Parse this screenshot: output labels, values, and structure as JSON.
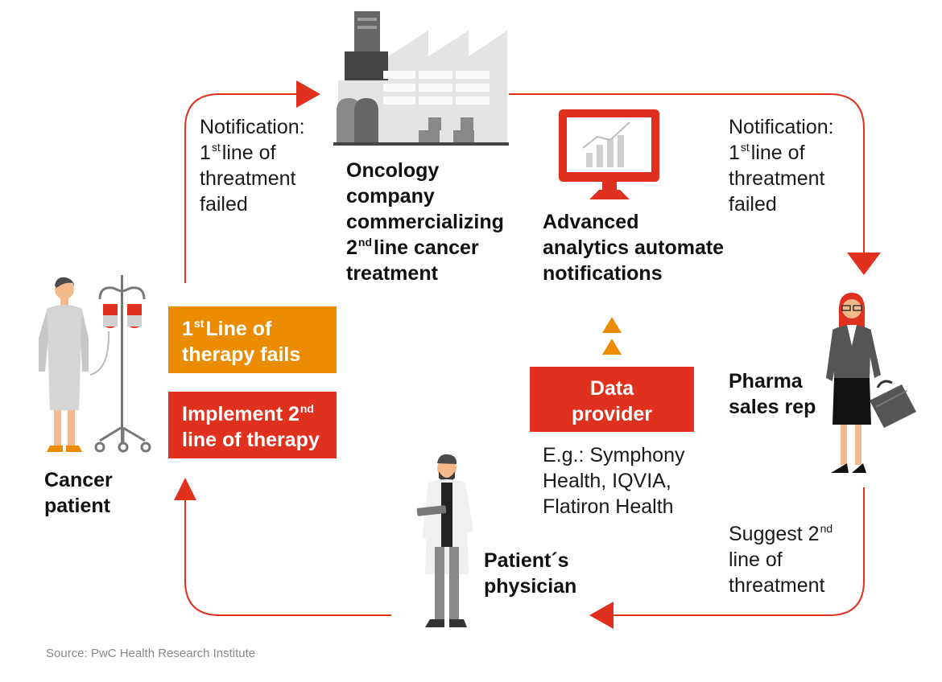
{
  "colors": {
    "red": "#e0301e",
    "orange": "#eb8c00",
    "gray": "#7d7d7d",
    "text": "#111111"
  },
  "icons": [
    "factory-icon",
    "monitor-chart-icon",
    "patient-icon",
    "iv-drip-icon",
    "sales-rep-icon",
    "briefcase-icon",
    "physician-icon"
  ],
  "nodes": {
    "oncology": {
      "line1": "Oncology",
      "line2": "company",
      "line3": "commercializing",
      "line4_sup": "nd",
      "line4_a": "2",
      "line4_b": "line cancer",
      "line5": "treatment"
    },
    "analytics": {
      "line1": "Advanced",
      "line2": "analytics automate",
      "line3": "notifications"
    },
    "patient": {
      "line1": "Cancer",
      "line2": "patient"
    },
    "sales_rep": {
      "line1": "Pharma",
      "line2": "sales rep"
    },
    "physician": {
      "line1": "Patient´s",
      "line2": "physician"
    },
    "data_provider": {
      "line1": "Data",
      "line2": "provider",
      "examples_1": "E.g.: Symphony",
      "examples_2": "Health, IQVIA,",
      "examples_3": "Flatiron Health"
    }
  },
  "boxes": {
    "therapy_fails": {
      "a": "1",
      "sup": "st",
      "b": "Line of",
      "line2": "therapy fails"
    },
    "implement": {
      "a": "Implement 2",
      "sup": "nd",
      "line2": "line of therapy"
    }
  },
  "edges": {
    "left_notification": {
      "line1": "Notification:",
      "a": "1",
      "sup": "st",
      "b": "line of",
      "line3": "threatment",
      "line4": "failed"
    },
    "right_notification": {
      "line1": "Notification:",
      "a": "1",
      "sup": "st",
      "b": "line of",
      "line3": "threatment",
      "line4": "failed"
    },
    "suggest": {
      "a": "Suggest 2",
      "sup": "nd",
      "line2": "line of",
      "line3": "threatment"
    }
  },
  "source": "Source: PwC Health Research Institute"
}
